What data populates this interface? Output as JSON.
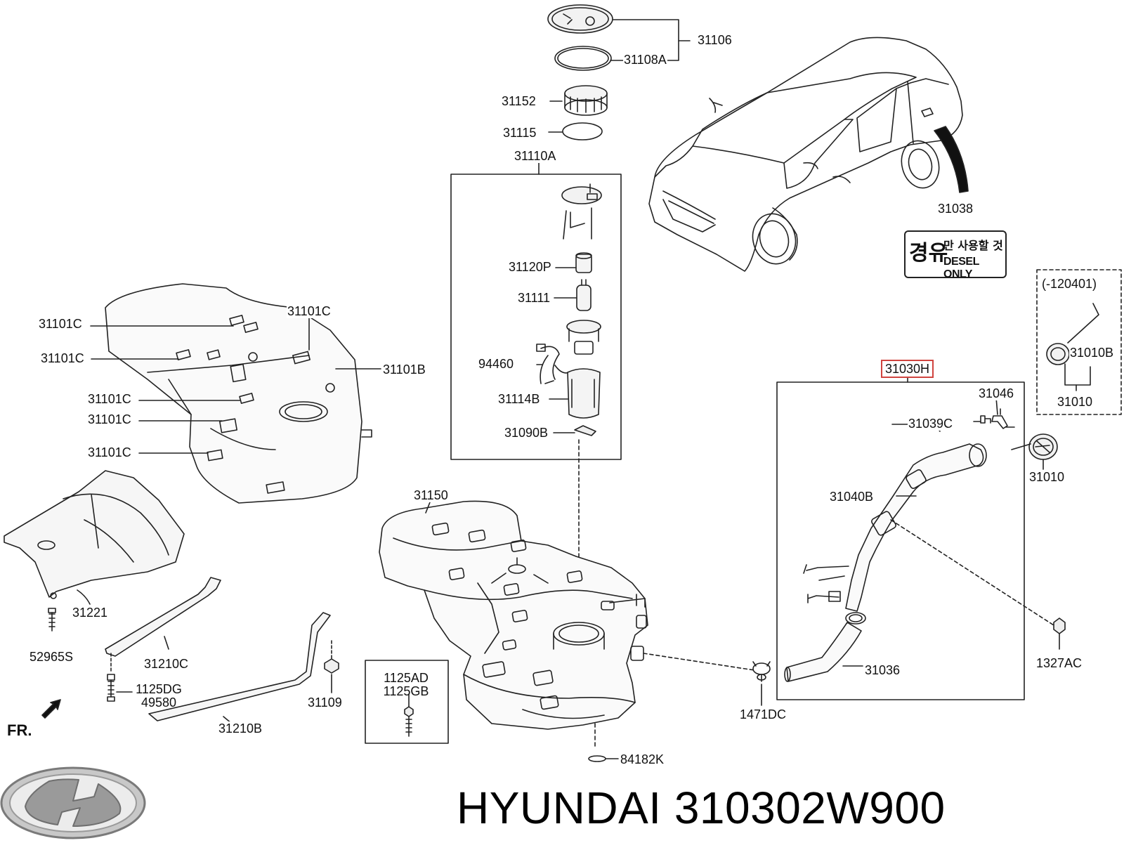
{
  "labels": {
    "p31106": "31106",
    "p31108A": "31108A",
    "p31152": "31152",
    "p31115": "31115",
    "p31110A": "31110A",
    "p31120P": "31120P",
    "p31111": "31111",
    "p94460": "94460",
    "p31114B": "31114B",
    "p31090B": "31090B",
    "p31038": "31038",
    "p31101C_a": "31101C",
    "p31101C_b": "31101C",
    "p31101C_c": "31101C",
    "p31101C_d": "31101C",
    "p31101C_e": "31101C",
    "p31101C_f": "31101C",
    "p31101B": "31101B",
    "p31150": "31150",
    "p31221": "31221",
    "p52965S": "52965S",
    "p31210C": "31210C",
    "p1125DG": "1125DG",
    "p49580": "49580",
    "p31210B": "31210B",
    "p31109": "31109",
    "p1125AD": "1125AD",
    "p1125GB": "1125GB",
    "p84182K": "84182K",
    "p1471DC": "1471DC",
    "p31030H": "31030H",
    "p31046": "31046",
    "p31039C": "31039C",
    "p31040B": "31040B",
    "p31036": "31036",
    "p31010_cap": "31010",
    "p1327AC": "1327AC",
    "p120401": "(-120401)",
    "p31010B": "31010B",
    "p31010_box": "31010"
  },
  "sticker": {
    "big": "경유",
    "korean": "만 사용할 것",
    "english": "DESEL ONLY"
  },
  "direction_label": "FR.",
  "footer": {
    "brand": "HYUNDAI",
    "part_number": "310302W900",
    "logo_icon": "hyundai-logo-icon"
  },
  "colors": {
    "highlight_box": "#d0443f",
    "line": "#222222"
  }
}
